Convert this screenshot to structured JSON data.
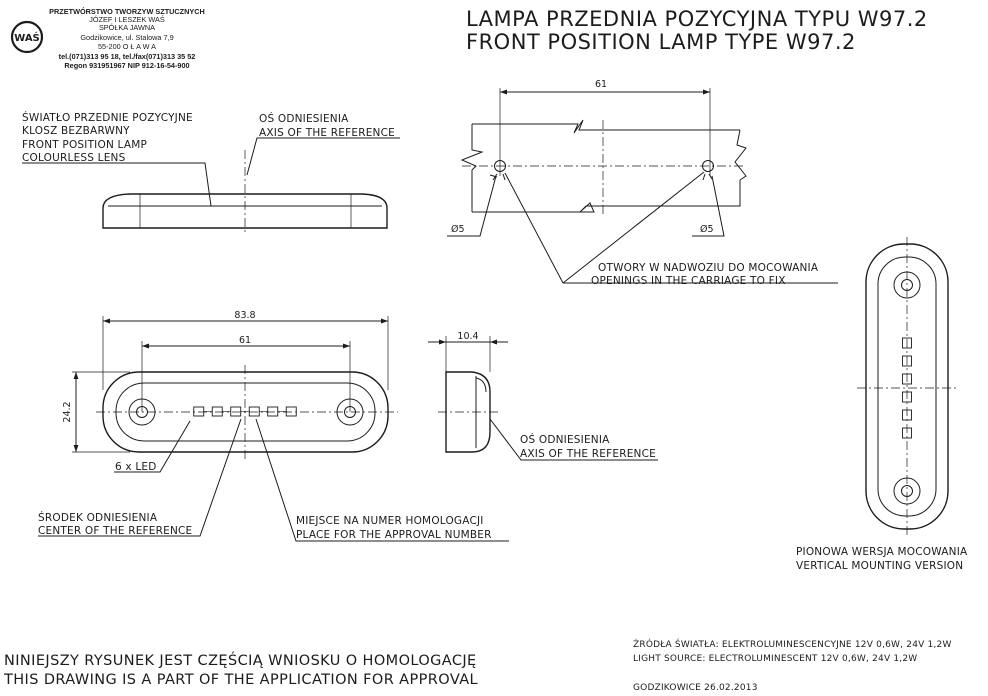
{
  "company": {
    "logo_text": "WAŚ",
    "lines": [
      "PRZETWÓRSTWO TWORZYW SZTUCZNYCH",
      "JÓZEF I LESZEK WAŚ",
      "SPÓŁKA JAWNA",
      "Godzikowice, ul. Stalowa 7,9",
      "55-200  O Ł A W A",
      "tel.(071)313 95 18, tel./fax(071)313 35 52",
      "Regon 931951967 NIP 912-16-54-900"
    ]
  },
  "title": {
    "polish": "LAMPA PRZEDNIA POZYCYJNA TYPU W97.2",
    "english": "FRONT POSITION LAMP TYPE W97.2"
  },
  "side_view_labels": {
    "lens_lines": [
      "ŚWIATŁO PRZEDNIE POZYCYJNE",
      "KLOSZ BEZBARWNY",
      "FRONT POSITION LAMP",
      "COLOURLESS LENS"
    ],
    "axis_lines": [
      "OŚ ODNIESIENIA",
      "AXIS OF THE REFERENCE"
    ]
  },
  "mount_view": {
    "spacing": "61",
    "hole_left": "Ø5",
    "hole_right": "Ø5",
    "openings_lines": [
      "OTWORY W NADWOZIU DO MOCOWANIA",
      "OPENINGS IN THE CARRIAGE TO FIX"
    ]
  },
  "front_view": {
    "overall_width": "83.8",
    "hole_spacing": "61",
    "height": "24.2",
    "led_label": "6 x LED",
    "led_count": 6,
    "center_lines": [
      "ŚRODEK ODNIESIENIA",
      "CENTER OF THE REFERENCE"
    ],
    "approval_lines": [
      "MIEJSCE NA NUMER HOMOLOGACJI",
      "PLACE FOR THE APPROVAL NUMBER"
    ]
  },
  "profile_view": {
    "depth": "10.4",
    "axis_lines": [
      "OŚ ODNIESIENIA",
      "AXIS OF THE REFERENCE"
    ]
  },
  "vertical_view": {
    "led_count": 6,
    "caption_lines": [
      "PIONOWA WERSJA MOCOWANIA",
      "VERTICAL MOUNTING VERSION"
    ]
  },
  "footer": {
    "polish": "NINIEJSZY RYSUNEK JEST CZĘŚCIĄ WNIOSKU O  HOMOLOGACJĘ",
    "english": "THIS DRAWING IS A PART OF THE APPLICATION FOR  APPROVAL",
    "light_source_pl": "ŹRÓDŁA ŚWIATŁA: ELEKTROLUMINESCENCYJNE  12V  0,6W, 24V  1,2W",
    "light_source_en": "LIGHT SOURCE: ELECTROLUMINESCENT  12V  0,6W, 24V  1,2W",
    "place_date": "GODZIKOWICE    26.02.2013"
  }
}
